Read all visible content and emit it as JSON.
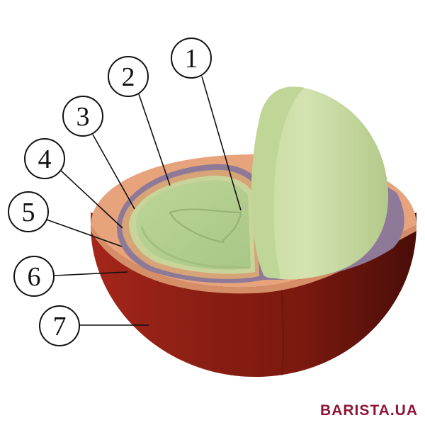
{
  "callouts": [
    {
      "id": 1,
      "label": "1"
    },
    {
      "id": 2,
      "label": "2"
    },
    {
      "id": 3,
      "label": "3"
    },
    {
      "id": 4,
      "label": "4"
    },
    {
      "id": 5,
      "label": "5"
    },
    {
      "id": 6,
      "label": "6"
    },
    {
      "id": 7,
      "label": "7"
    }
  ],
  "watermark": "BARISTA.UA",
  "colors": {
    "outer_skin": "#7e1a10",
    "pulp": "#e6a37c",
    "parchment": "#8e7a98",
    "silverskin": "#c9d49a",
    "bean": "#b7cf93",
    "bean_highlight": "#d9e6b3",
    "watermark": "#8e1535"
  }
}
